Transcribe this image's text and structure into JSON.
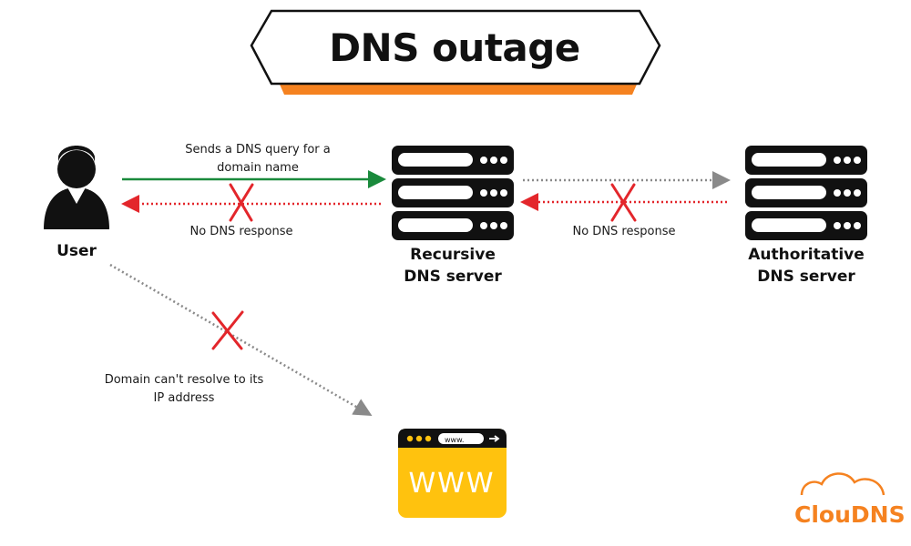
{
  "title": "DNS outage",
  "labels": {
    "query": "Sends a DNS query for a domain name",
    "no_response_left": "No DNS response",
    "no_response_right": "No DNS response",
    "cant_resolve": "Domain can't resolve to its IP address"
  },
  "nodes": {
    "user": "User",
    "recursive_line1": "Recursive",
    "recursive_line2": "DNS server",
    "authoritative_line1": "Authoritative",
    "authoritative_line2": "DNS server"
  },
  "browser": {
    "url_text": "www.",
    "www_text": "WWW"
  },
  "logo": "ClouDNS",
  "colors": {
    "orange": "#F58220",
    "green": "#1A8A3C",
    "red": "#E3262B",
    "gray": "#8A8A8A",
    "yellow": "#FFC20E",
    "ink": "#111111"
  }
}
